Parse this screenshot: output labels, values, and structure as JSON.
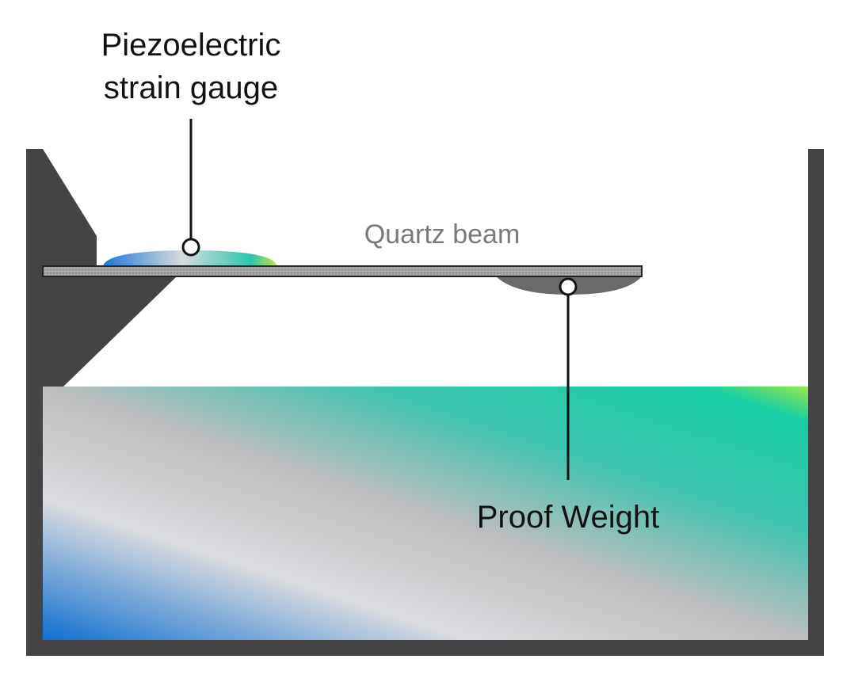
{
  "labels": {
    "strain_gauge_line1": "Piezoelectric",
    "strain_gauge_line2": "strain gauge",
    "beam": "Quartz beam",
    "proof_weight": "Proof Weight"
  },
  "colors": {
    "housing": "#444446",
    "beam": "#9a9a9a",
    "proof_weight": "#6a6a6c",
    "fluid_blue": "#0f6fd0",
    "fluid_light": "#dcdde0",
    "fluid_grey": "#bdbdbf",
    "fluid_teal": "#1fc7a6",
    "fluid_green": "#7fe85a",
    "callout": "#111111"
  }
}
